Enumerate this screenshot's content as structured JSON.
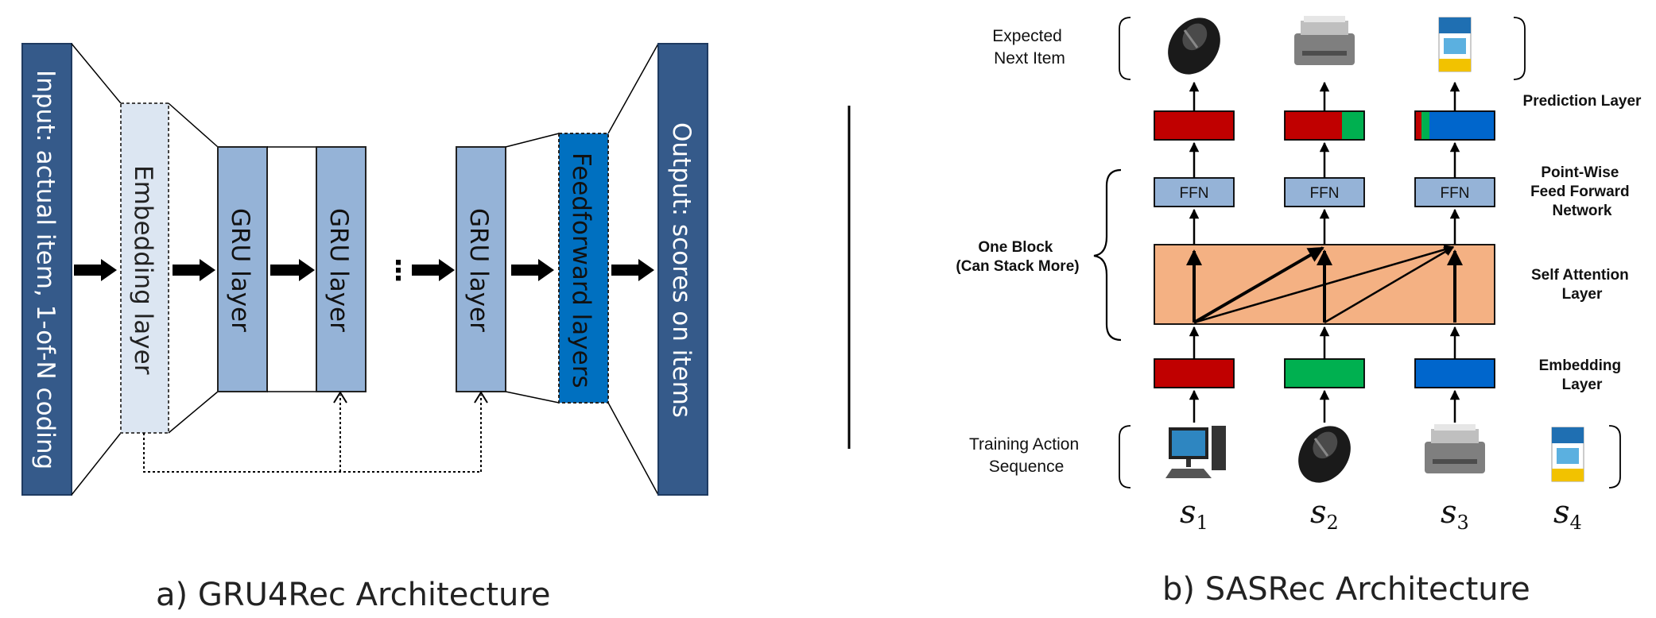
{
  "panel_a": {
    "caption": "a) GRU4Rec Architecture",
    "input_label": "Input: actual item, 1-of-N coding",
    "embedding_label": "Embedding layer",
    "gru_labels": [
      "GRU layer",
      "GRU layer",
      "GRU layer"
    ],
    "ellipsis": "⋮",
    "feedforward_label": "Feedforward layers",
    "output_label": "Output: scores on items"
  },
  "panel_b": {
    "caption": "b) SASRec Architecture",
    "expected_next_item": [
      "Expected",
      "Next Item"
    ],
    "training_action_sequence": [
      "Training Action",
      "Sequence"
    ],
    "prediction_layer": "Prediction Layer",
    "point_wise_ffn": [
      "Point-Wise",
      "Feed Forward",
      "Network"
    ],
    "self_attention_layer": [
      "Self Attention",
      "Layer"
    ],
    "embedding_layer": [
      "Embedding",
      "Layer"
    ],
    "one_block": [
      "One Block",
      "(Can Stack More)"
    ],
    "ffn_label": "FFN",
    "sequence_vars": [
      {
        "base": "s",
        "sub": "1"
      },
      {
        "base": "s",
        "sub": "2"
      },
      {
        "base": "s",
        "sub": "3"
      },
      {
        "base": "s",
        "sub": "4"
      }
    ],
    "training_items": [
      "desktop-computer",
      "mouse",
      "printer",
      "software-box"
    ],
    "expected_items": [
      "mouse",
      "printer",
      "software-box"
    ]
  },
  "colors": {
    "dark_blue": "#355a8a",
    "light_blue": "#95b3d7",
    "pale_blue": "#dce6f2",
    "bright_blue": "#0070c0",
    "red": "#c00000",
    "green": "#00b050",
    "blue": "#0066cc",
    "attention_fill": "#f4b183"
  }
}
